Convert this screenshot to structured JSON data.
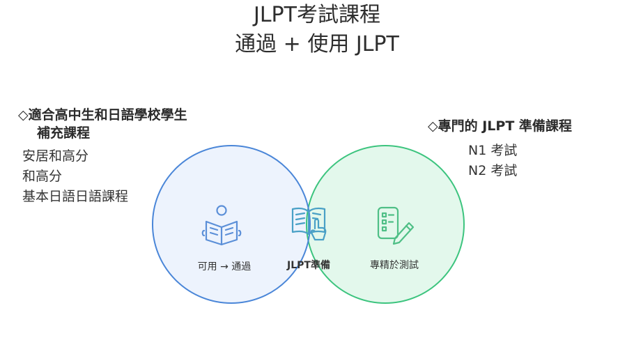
{
  "title": {
    "line1": "JLPT考試課程",
    "line2": "通過 + 使用 JLPT"
  },
  "left_section": {
    "heading_line1": "◇適合高中生和日語學校學生",
    "heading_line2": "補充課程",
    "items": [
      "安居和高分",
      "和高分",
      "基本日語日語課程"
    ]
  },
  "right_section": {
    "heading": "◇專門的 JLPT 準備課程",
    "items": [
      "N1 考試",
      "N2 考試"
    ]
  },
  "circles": {
    "left_label": "可用 → 通過",
    "center_label": "JLPT準備",
    "right_label": "專精於測試"
  },
  "colors": {
    "left_stroke": "#4a86d8",
    "left_fill": "#edf3fd",
    "right_stroke": "#3cc47e",
    "right_fill": "#e3f8ec",
    "overlap_fill": "#e4f4fa",
    "left_icon": "#5b8fd8",
    "center_icon": "#49a0c6",
    "right_icon": "#4fbf86"
  },
  "icons": {
    "left": "person-reading-icon",
    "center": "book-pointer-icon",
    "right": "checklist-pencil-icon"
  }
}
